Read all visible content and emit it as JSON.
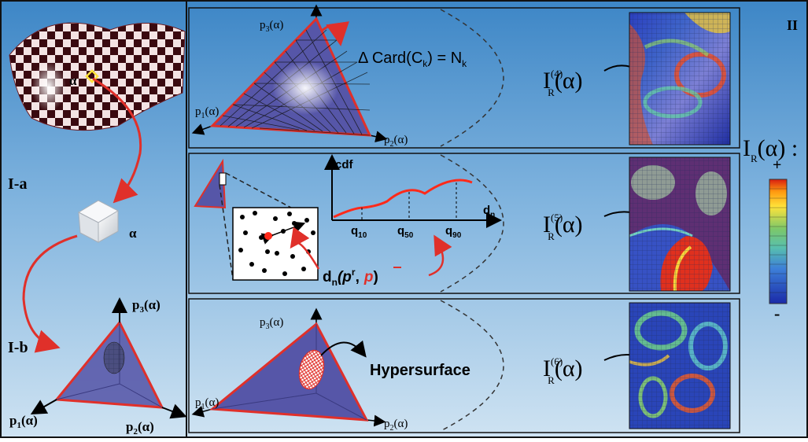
{
  "panel_I": {
    "label_Ia": "I-a",
    "label_Ib": "I-b",
    "alpha": "α",
    "p1": "p",
    "p1_sub": "1",
    "p2": "p",
    "p2_sub": "2",
    "p3": "p",
    "p3_sub": "3",
    "arg": "(α)"
  },
  "panel_II": {
    "label": "II",
    "ir_symbol": "I",
    "ir_sub": "R",
    "ir_arg": "(α) :",
    "plus": "+",
    "minus": "-"
  },
  "row1": {
    "formula_delta": "Δ Card(C",
    "formula_k": "k",
    "formula_eq": ") = N",
    "formula_nk": "k",
    "ir_sup": "(4)",
    "ir_arg": "(α)"
  },
  "row2": {
    "cdf": "cdf",
    "dn_axis": "d",
    "dn_axis_sub": "n",
    "q10": "q",
    "q10_sub": "10",
    "q50": "q",
    "q50_sub": "50",
    "q90": "q",
    "q90_sub": "90",
    "dn_label": "d",
    "dn_sub": "n",
    "dn_args_open": "(p",
    "dn_sup_r": "r",
    "dn_comma": ",",
    "pbar": "p",
    "dn_close": ")",
    "ir_sup": "(5)",
    "ir_arg": "(α)"
  },
  "row3": {
    "hypersurface": "Hypersurface",
    "ir_sup": "(6)",
    "ir_arg": "(α)"
  },
  "colors": {
    "triangle_fill": "#5656a8",
    "triangle_edge": "#e0302a",
    "arrow_red": "#e0302a",
    "curve": "#ff2a1a"
  }
}
